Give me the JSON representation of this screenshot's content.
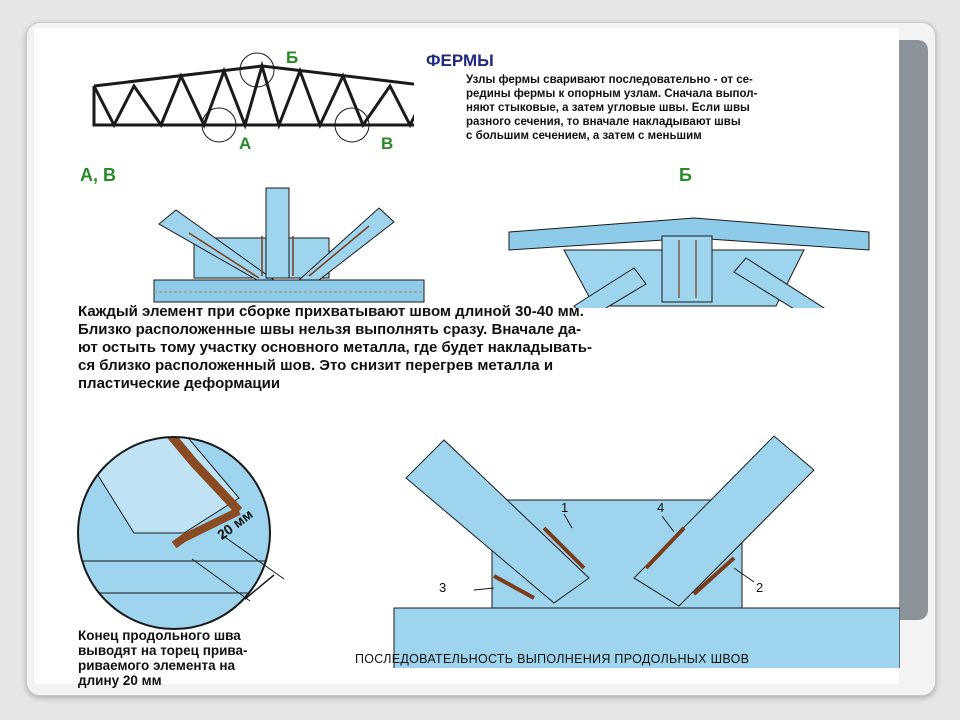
{
  "title": "ФЕРМЫ",
  "intro_text": [
    "Узлы фермы сваривают последовательно - от се-",
    "редины фермы к опорным узлам. Сначала выпол-",
    "няют стыковые, а затем угловые швы. Если швы",
    "разного сечения, то вначале накладывают швы",
    "с большим сечением, а затем с меньшим"
  ],
  "truss_labels": {
    "a": "А",
    "b": "Б",
    "v": "В"
  },
  "node_labels": {
    "av": "А, В",
    "b": "Б"
  },
  "main_text": [
    "Каждый элемент при сборке прихватывают швом длиной 30-40 мм.",
    "Близко расположенные швы нельзя  выполнять сразу. Вначале да-",
    "ют остыть тому участку основного металла, где будет накладывать-",
    "ся близко расположенный шов. Это снизит перегрев металла и",
    "пластические деформации"
  ],
  "detail": {
    "dimension": "20 мм",
    "caption": [
      "Конец продольного шва",
      "выводят на торец прива-",
      "риваемого элемента на",
      "длину 20 мм"
    ]
  },
  "sequence": {
    "numbers": [
      "1",
      "2",
      "3",
      "4"
    ],
    "caption": "ПОСЛЕДОВАТЕЛЬНОСТЬ ВЫПОЛНЕНИЯ ПРОДОЛЬНЫХ ШВОВ"
  },
  "colors": {
    "steel": "#9fd4ee",
    "steel_dark": "#6fb3d8",
    "outline": "#1a1a1a",
    "weld": "#a0552a",
    "label_green": "#2a8a2a",
    "title_navy": "#1f2a7a"
  }
}
